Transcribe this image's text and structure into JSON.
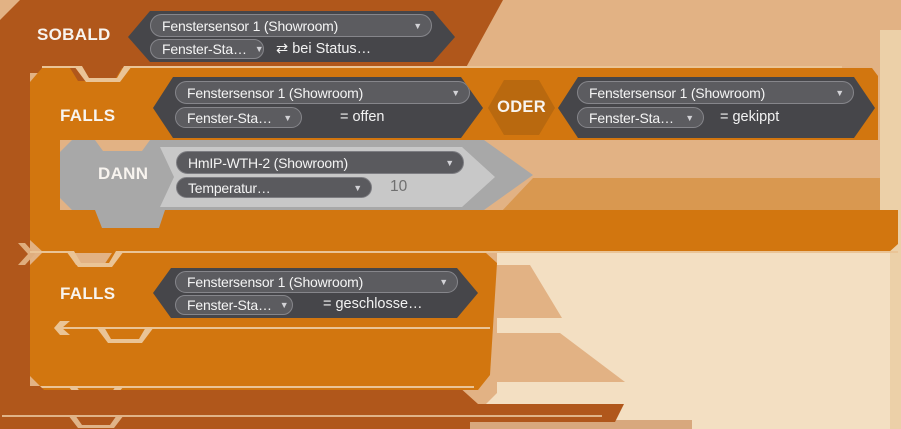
{
  "colors": {
    "workspace_bg": "#e2b284",
    "when_block": "#b0571b",
    "if_block": "#d2760f",
    "or_hex": "#b9690f",
    "condition_hex": "#46464a",
    "then_block": "#a8a8a8",
    "then_action_block": "#c8c8c8",
    "dropdown_pill": "#5c5c60"
  },
  "icons": {
    "dropdown": "▼",
    "toggle": "⇄"
  },
  "sobald": {
    "label": "SOBALD",
    "event": {
      "device": "Fenstersensor 1 (Showroom)",
      "datapoint": "Fenster-Sta…",
      "trigger": "bei Status…"
    }
  },
  "falls1": {
    "label": "FALLS",
    "condition1": {
      "device": "Fenstersensor 1 (Showroom)",
      "datapoint": "Fenster-Sta…",
      "comparison": "= offen"
    },
    "operator": "ODER",
    "condition2": {
      "device": "Fenstersensor 1 (Showroom)",
      "datapoint": "Fenster-Sta…",
      "comparison": "= gekippt"
    },
    "dann": {
      "label": "DANN",
      "action": {
        "device": "HmIP-WTH-2 (Showroom)",
        "datapoint": "Temperatur…",
        "value": "10"
      }
    }
  },
  "falls2": {
    "label": "FALLS",
    "condition": {
      "device": "Fenstersensor 1 (Showroom)",
      "datapoint": "Fenster-Sta…",
      "comparison": "= geschlosse…"
    }
  }
}
